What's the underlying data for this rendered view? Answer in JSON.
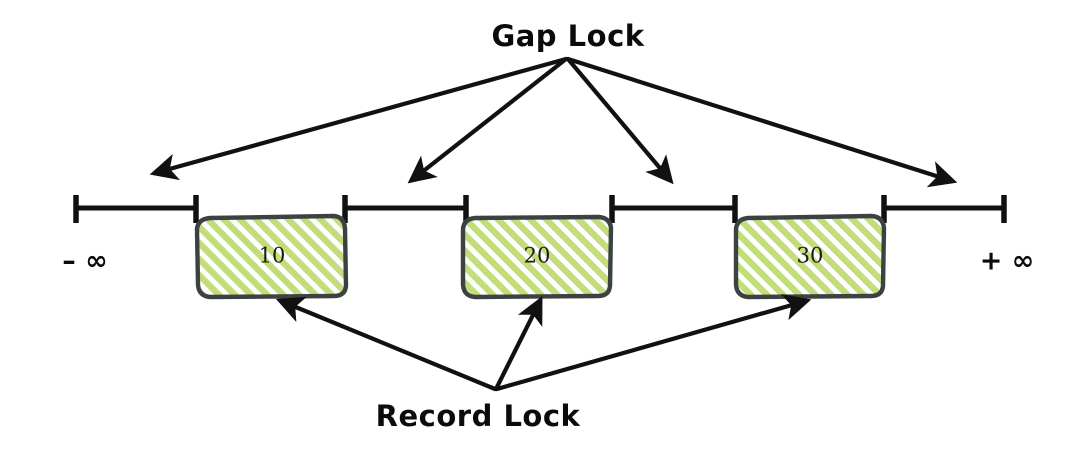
{
  "diagram": {
    "title_callout": "Gap Lock",
    "bottom_callout": "Record Lock",
    "left_endpoint": "– ∞",
    "right_endpoint": "+ ∞",
    "colors": {
      "hatch_green": "#c3dd7b",
      "box_border": "#3c4142",
      "line_black": "#111111",
      "background": "#ffffff"
    },
    "records": [
      {
        "label": "10"
      },
      {
        "label": "20"
      },
      {
        "label": "30"
      }
    ],
    "gap_count": 4,
    "record_count": 3
  },
  "chart_data": {
    "type": "diagram",
    "title": "Gap Lock",
    "description": "Number line showing InnoDB gap locks and record locks",
    "axis": {
      "min_label": "– ∞",
      "max_label": "+ ∞"
    },
    "record_locks": [
      {
        "value": "10"
      },
      {
        "value": "20"
      },
      {
        "value": "30"
      }
    ],
    "gap_locks": [
      {
        "range": "(– ∞, 10)"
      },
      {
        "range": "(10, 20)"
      },
      {
        "range": "(20, 30)"
      },
      {
        "range": "(30, + ∞)"
      }
    ],
    "annotations": [
      "Gap Lock",
      "Record Lock"
    ]
  }
}
